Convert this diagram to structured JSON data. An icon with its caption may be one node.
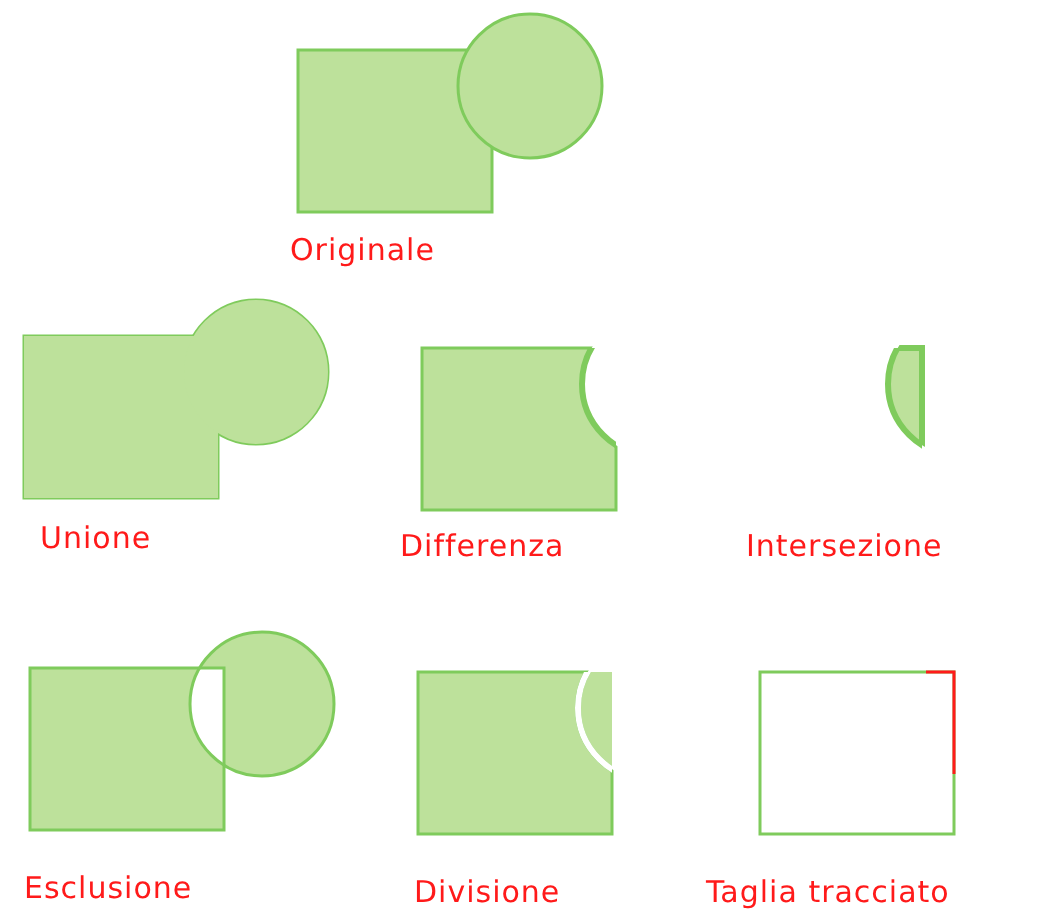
{
  "diagram": {
    "labels": [
      "Originale",
      "Unione",
      "Differenza",
      "Intersezione",
      "Esclusione",
      "Divisione",
      "Taglia tracciato"
    ]
  }
}
